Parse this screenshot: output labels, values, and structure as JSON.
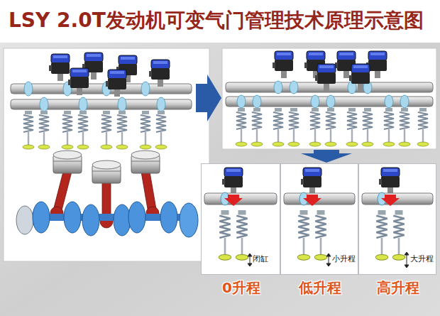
{
  "diagram": {
    "title": "LSY 2.0T发动机可变气门管理技术原理示意图",
    "nodes": [
      {
        "text": [
          "闭缸",
          "0升程"
        ]
      },
      {
        "text": [
          "小升程",
          "低升程"
        ]
      },
      {
        "text": [
          "大升程",
          "高升程"
        ]
      }
    ]
  }
}
